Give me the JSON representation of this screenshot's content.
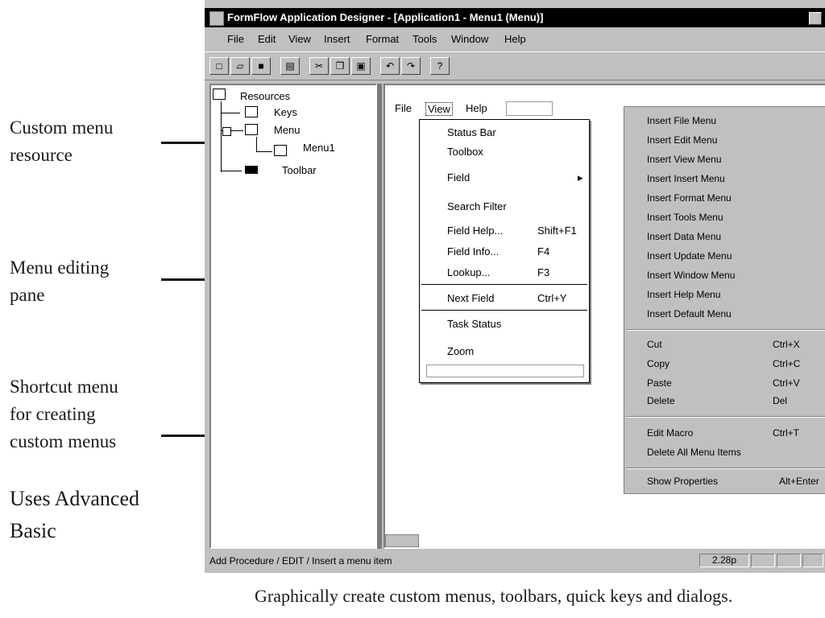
{
  "callouts": {
    "custom_menu": [
      "Custom menu",
      "resource"
    ],
    "menu_editing": [
      "Menu editing",
      "pane"
    ],
    "shortcut_menu": [
      "Shortcut menu",
      "for creating",
      "custom menus"
    ],
    "advanced_basic": [
      "Uses Advanced",
      "Basic"
    ]
  },
  "caption": "Graphically create custom menus, toolbars, quick keys and dialogs.",
  "window": {
    "title": "FormFlow Application Designer - [Application1 - Menu1 (Menu)]",
    "menubar": [
      "File",
      "Edit",
      "View",
      "Insert",
      "Format",
      "Tools",
      "Window",
      "Help"
    ],
    "toolbar_icons": [
      "new-icon",
      "open-icon",
      "save-icon",
      "print-icon",
      "cut-icon",
      "copy-icon",
      "paste-icon",
      "undo-icon",
      "redo-icon",
      "help-icon"
    ]
  },
  "tree": {
    "root": "Resources",
    "items": [
      "Keys",
      "Menu",
      "Menu1",
      "Toolbar"
    ]
  },
  "menu_strip": [
    "File",
    "View",
    "Help"
  ],
  "dropdown": {
    "items": [
      {
        "label": "Status Bar",
        "key": ""
      },
      {
        "label": "Toolbox",
        "key": ""
      },
      {
        "label": "Field",
        "key": "▸"
      },
      {
        "label": "Search Filter",
        "key": ""
      },
      {
        "label": "Field Help...",
        "key": "Shift+F1"
      },
      {
        "label": "Field Info...",
        "key": "F4"
      },
      {
        "label": "Lookup...",
        "key": "F3"
      },
      {
        "label": "Next Field",
        "key": "Ctrl+Y"
      },
      {
        "label": "Task Status",
        "key": ""
      },
      {
        "label": "Zoom",
        "key": ""
      }
    ]
  },
  "context_menu": {
    "insert_items": [
      "Insert File Menu",
      "Insert Edit Menu",
      "Insert View Menu",
      "Insert Insert Menu",
      "Insert Format Menu",
      "Insert Tools Menu",
      "Insert Data Menu",
      "Insert Update Menu",
      "Insert Window Menu",
      "Insert Help Menu",
      "Insert Default Menu"
    ],
    "edit_items": [
      {
        "label": "Cut",
        "key": "Ctrl+X"
      },
      {
        "label": "Copy",
        "key": "Ctrl+C"
      },
      {
        "label": "Paste",
        "key": "Ctrl+V"
      },
      {
        "label": "Delete",
        "key": "Del"
      }
    ],
    "macro_items": [
      {
        "label": "Edit Macro",
        "key": "Ctrl+T"
      },
      {
        "label": "Delete All Menu Items",
        "key": ""
      }
    ],
    "properties": {
      "label": "Show Properties",
      "key": "Alt+Enter"
    }
  },
  "status": {
    "text": "Add Procedure / EDIT / Insert a menu item",
    "zoom": "2.28p"
  }
}
